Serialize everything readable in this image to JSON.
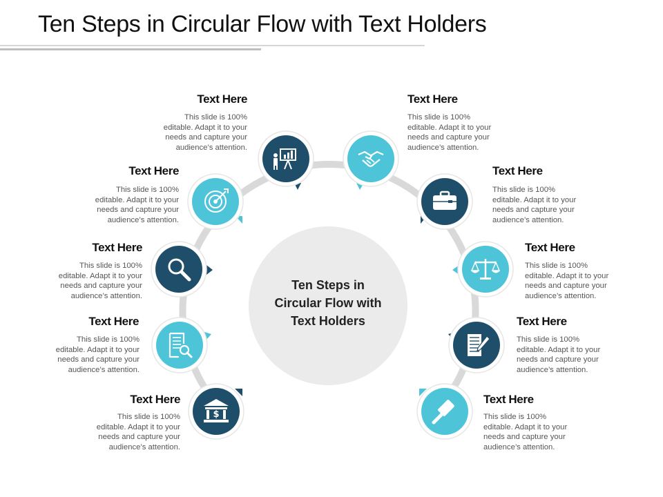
{
  "title": "Ten Steps in Circular Flow with Text Holders",
  "center": {
    "lines": [
      "Ten Steps in",
      "Circular Flow with",
      "Text Holders"
    ]
  },
  "colors": {
    "dark": "#1f4e6b",
    "light": "#4ec4d8",
    "ring": "#d9d9d9",
    "center_fill": "#ebebeb"
  },
  "steps": [
    {
      "heading": "Text Here",
      "body": "This slide is 100% editable. Adapt it to your needs and capture your audience’s attention.",
      "icon": "presentation-icon",
      "color": "dark"
    },
    {
      "heading": "Text Here",
      "body": "This slide is 100% editable. Adapt it to your needs and capture your audience’s attention.",
      "icon": "handshake-icon",
      "color": "light"
    },
    {
      "heading": "Text Here",
      "body": "This slide is 100% editable. Adapt it to your needs and capture your audience’s attention.",
      "icon": "briefcase-icon",
      "color": "dark"
    },
    {
      "heading": "Text Here",
      "body": "This slide is 100% editable. Adapt it to your needs and capture your audience’s attention.",
      "icon": "scales-icon",
      "color": "light"
    },
    {
      "heading": "Text Here",
      "body": "This slide is 100% editable. Adapt it to your needs and capture your audience’s attention.",
      "icon": "contract-signing-icon",
      "color": "dark"
    },
    {
      "heading": "Text Here",
      "body": "This slide is 100% editable. Adapt it to your needs and capture your audience’s attention.",
      "icon": "gavel-icon",
      "color": "light"
    },
    {
      "heading": "Text Here",
      "body": "This slide is 100% editable. Adapt it to your needs and capture your audience’s attention.",
      "icon": "bank-icon",
      "color": "dark"
    },
    {
      "heading": "Text Here",
      "body": "This slide is 100% editable. Adapt it to your needs and capture your audience’s attention.",
      "icon": "document-search-icon",
      "color": "light"
    },
    {
      "heading": "Text Here",
      "body": "This slide is 100% editable. Adapt it to your needs and capture your audience’s attention.",
      "icon": "magnifier-icon",
      "color": "dark"
    },
    {
      "heading": "Text Here",
      "body": "This slide is 100% editable. Adapt it to your needs and capture your audience’s attention.",
      "icon": "target-icon",
      "color": "light"
    }
  ]
}
